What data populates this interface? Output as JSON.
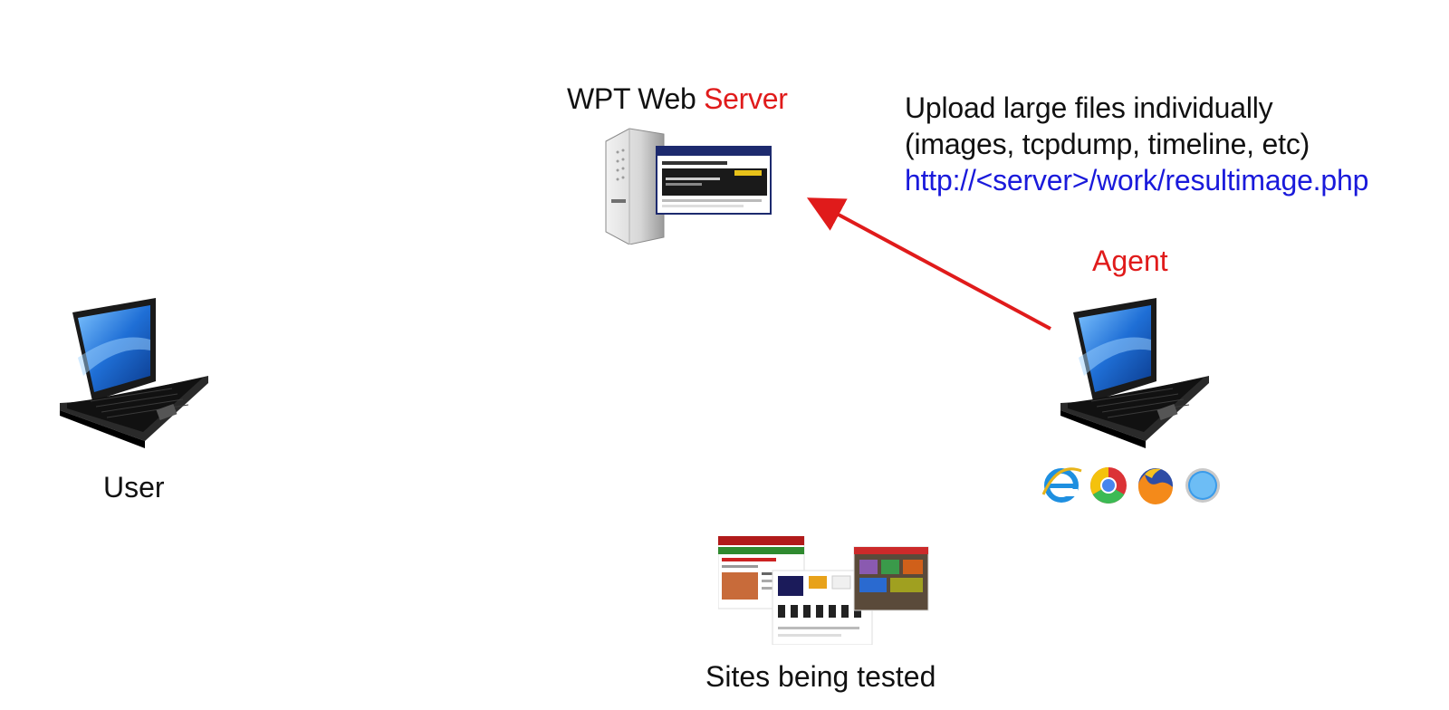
{
  "server": {
    "title_prefix": "WPT Web ",
    "title_accent": "Server"
  },
  "note": {
    "line1": "Upload large files individually",
    "line2": "(images, tcpdump, timeline, etc)",
    "url": "http://<server>/work/resultimage.php"
  },
  "agent": {
    "title": "Agent"
  },
  "user": {
    "label": "User"
  },
  "sites": {
    "label": "Sites being tested"
  },
  "colors": {
    "accent_red": "#e01b1b",
    "link_blue": "#1a1adb",
    "arrow": "#e01b1b"
  },
  "icons": {
    "server": "server-icon",
    "user": "laptop-icon",
    "agent": "laptop-icon",
    "browsers": [
      "internet-explorer-icon",
      "chrome-icon",
      "firefox-icon",
      "safari-icon"
    ],
    "sites": "website-screenshots-icon"
  }
}
